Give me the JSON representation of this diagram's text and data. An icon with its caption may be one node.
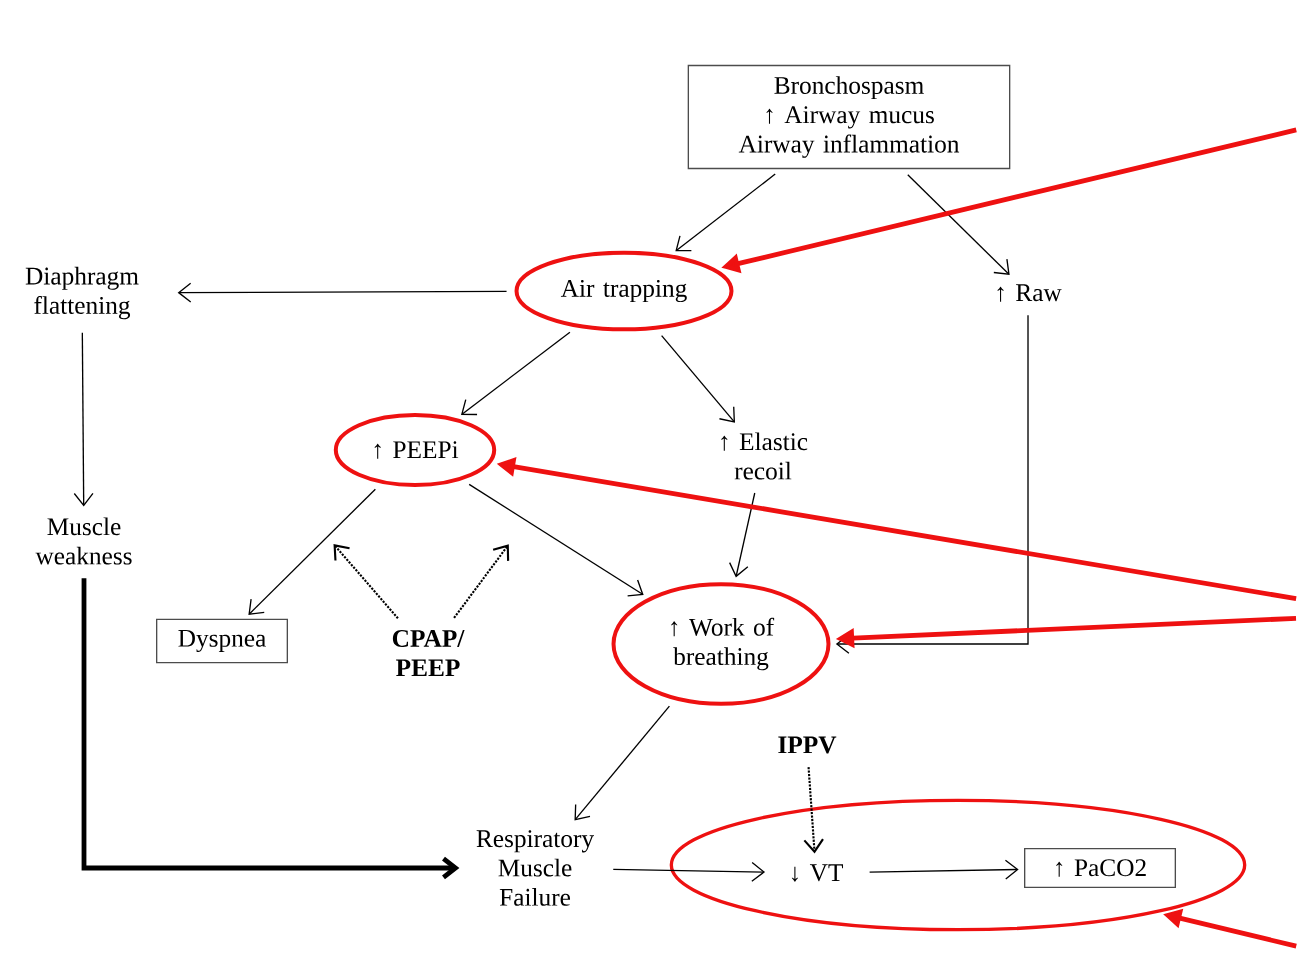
{
  "diagram": {
    "nodes": [
      {
        "text": [
          "Bronchospasm",
          "↑ Airway mucus",
          "Airway inflammation"
        ]
      },
      {
        "text": [
          "Diaphragm flattening"
        ]
      },
      {
        "text": [
          "Air trapping"
        ]
      },
      {
        "text": [
          "↑ Raw"
        ]
      },
      {
        "text": [
          "↑ PEEPi"
        ]
      },
      {
        "text": [
          "↑ Elastic recoil"
        ]
      },
      {
        "text": [
          "Muscle weakness"
        ]
      },
      {
        "text": [
          "Dyspnea"
        ]
      },
      {
        "text": [
          "CPAP/ PEEP"
        ]
      },
      {
        "text": [
          "↑ Work of breathing"
        ]
      },
      {
        "text": [
          "IPPV"
        ]
      },
      {
        "text": [
          "Respiratory Muscle Failure"
        ]
      },
      {
        "text": [],
        "shape": "ellipse"
      },
      {
        "text": [
          "↓ VT"
        ],
        "in": 12
      },
      {
        "text": [
          "↑ PaCO2"
        ],
        "in": 12
      }
    ],
    "edges": [
      {
        "from": 0,
        "to": 2,
        "arrow": "to"
      },
      {
        "from": 0,
        "to": 3,
        "arrow": "to"
      },
      {
        "from": 2,
        "to": 1,
        "arrow": "to"
      },
      {
        "from": 2,
        "to": 4,
        "arrow": "to"
      },
      {
        "from": 2,
        "to": 5,
        "arrow": "to"
      },
      {
        "from": 1,
        "to": 6,
        "arrow": "to"
      },
      {
        "from": 4,
        "to": 7,
        "arrow": "to"
      },
      {
        "from": 4,
        "to": 9,
        "arrow": "to"
      },
      {
        "from": 5,
        "to": 9,
        "arrow": "to"
      },
      {
        "from": 3,
        "to": 9,
        "arrow": "to"
      },
      {
        "from": 8,
        "to": null,
        "arrow": "to",
        "style": "dashed"
      },
      {
        "from": 8,
        "to": null,
        "arrow": "to",
        "style": "dashed"
      },
      {
        "from": 9,
        "to": 11,
        "arrow": "to"
      },
      {
        "from": 6,
        "to": 11,
        "arrow": "to",
        "style": "thick"
      },
      {
        "from": 10,
        "to": 13,
        "arrow": "to",
        "style": "dashed"
      },
      {
        "from": 11,
        "to": 13,
        "arrow": "to"
      },
      {
        "from": 13,
        "to": 14,
        "arrow": "to"
      },
      {
        "from": null,
        "to": 2,
        "arrow": "to",
        "style": "thick",
        "color": "#ee1111"
      },
      {
        "from": null,
        "to": 4,
        "arrow": "to",
        "style": "thick",
        "color": "#ee1111"
      },
      {
        "from": null,
        "to": 9,
        "arrow": "to",
        "style": "thick",
        "color": "#ee1111"
      },
      {
        "from": null,
        "to": 12,
        "arrow": "to",
        "style": "thick",
        "color": "#ee1111"
      }
    ]
  }
}
